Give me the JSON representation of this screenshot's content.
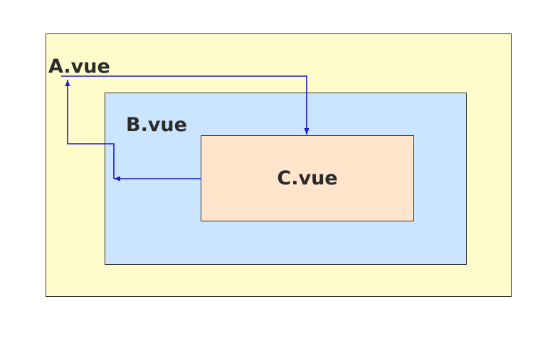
{
  "diagram": {
    "components": {
      "a": {
        "label": "A.vue",
        "fill": "#fffccc"
      },
      "b": {
        "label": "B.vue",
        "fill": "#cce5ff"
      },
      "c": {
        "label": "C.vue",
        "fill": "#ffe5cc"
      }
    },
    "arrow_color": "#1a1acc"
  }
}
